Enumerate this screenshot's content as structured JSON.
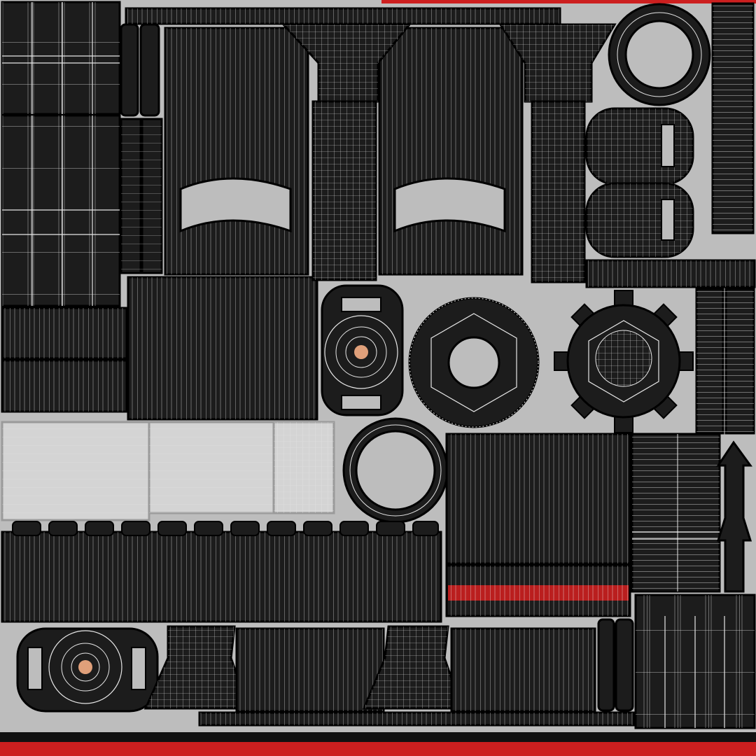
{
  "title": "",
  "colors": {
    "background": "#bdbdbd",
    "island_fill": "#1c1c1c",
    "wire": "#e6e6e6",
    "outline": "#000000",
    "accent_red": "#cc1f1f",
    "pin_dot": "#e0a07a",
    "light_fill": "#d4d4d4"
  },
  "islands": [
    {
      "id": "top-left-column-block",
      "kind": "grid"
    },
    {
      "id": "left-tall-block",
      "kind": "grid"
    },
    {
      "id": "left-lower-block",
      "kind": "grid"
    },
    {
      "id": "light-panel",
      "kind": "grid"
    },
    {
      "id": "center-left-block",
      "kind": "grid"
    },
    {
      "id": "post-a",
      "kind": "post"
    },
    {
      "id": "post-b",
      "kind": "post"
    },
    {
      "id": "bracket-a",
      "kind": "bracket"
    },
    {
      "id": "bracket-b",
      "kind": "bracket"
    },
    {
      "id": "ring-top",
      "kind": "ring"
    },
    {
      "id": "bulb-a",
      "kind": "bulb"
    },
    {
      "id": "bulb-b",
      "kind": "bulb"
    },
    {
      "id": "right-edge-strip",
      "kind": "grid"
    },
    {
      "id": "hub-center",
      "kind": "hub"
    },
    {
      "id": "nut-washer",
      "kind": "nut"
    },
    {
      "id": "gear",
      "kind": "gear"
    },
    {
      "id": "ring-mid",
      "kind": "ring"
    },
    {
      "id": "center-right-block",
      "kind": "grid"
    },
    {
      "id": "red-stripe-block",
      "kind": "grid"
    },
    {
      "id": "arrow-strip",
      "kind": "arrow"
    },
    {
      "id": "bottom-comb",
      "kind": "comb"
    },
    {
      "id": "hub-bottom",
      "kind": "hub"
    },
    {
      "id": "bottom-bracket-row",
      "kind": "bracket"
    },
    {
      "id": "bottom-right-block",
      "kind": "grid"
    }
  ]
}
